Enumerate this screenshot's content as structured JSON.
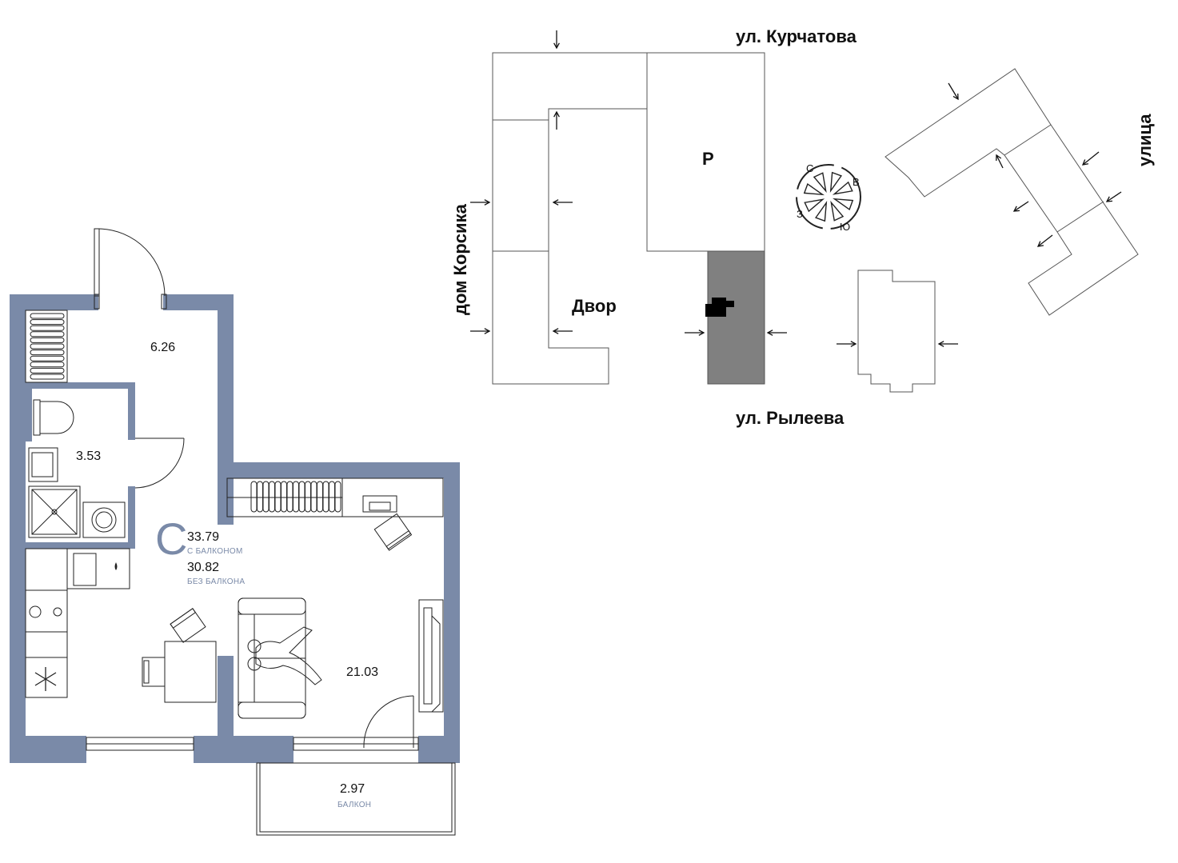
{
  "apartment": {
    "type_letter": "C",
    "total_with_balcony": "33.79",
    "with_balcony_label": "С БАЛКОНОМ",
    "total_without_balcony": "30.82",
    "without_balcony_label": "БЕЗ БАЛКОНА",
    "wall_color": "#7a8aa8",
    "rooms": [
      {
        "id": "hall",
        "area": "6.26"
      },
      {
        "id": "bathroom",
        "area": "3.53"
      },
      {
        "id": "living",
        "area": "21.03"
      },
      {
        "id": "balcony",
        "area": "2.97",
        "caption": "БАЛКОН"
      }
    ]
  },
  "site_plan": {
    "streets": {
      "north": "ул. Курчатова",
      "south": "ул. Рылеева",
      "west": "дом Корсика",
      "east": "улица"
    },
    "labels": {
      "courtyard": "Двор",
      "parking": "P"
    },
    "compass": {
      "north": "С",
      "east": "В",
      "south": "Ю",
      "west": "З"
    },
    "highlight_color": "#808080"
  }
}
